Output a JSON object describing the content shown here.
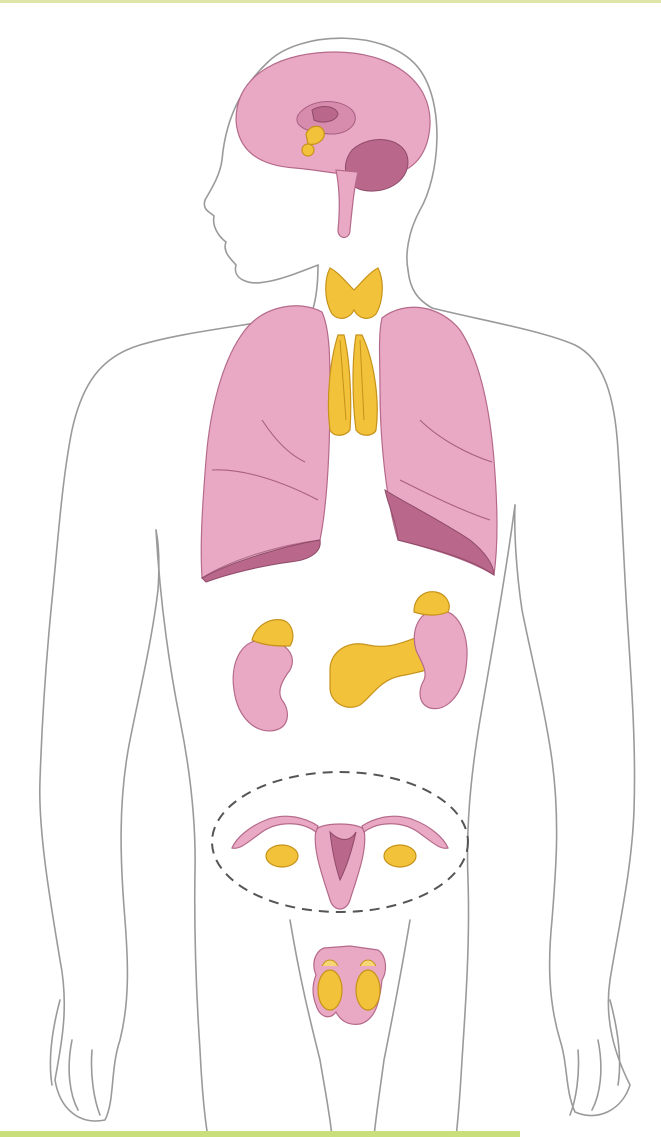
{
  "figure": {
    "background": "#ffffff",
    "outline_color": "#9a9a9a",
    "organ_color": "#e9a9c5",
    "gland_color": "#f2c23b",
    "icons": [
      "body-outline",
      "brain",
      "hypothalamus",
      "pituitary-gland",
      "thyroid-gland",
      "thymus",
      "lungs",
      "adrenal-glands",
      "kidneys",
      "pancreas",
      "uterus",
      "ovaries",
      "testes"
    ]
  }
}
